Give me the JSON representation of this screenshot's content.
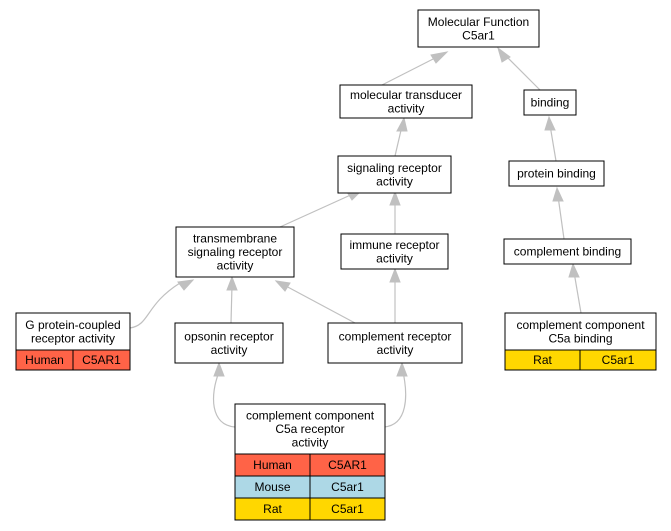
{
  "colors": {
    "human": "#ff6347",
    "mouse": "#add8e6",
    "rat": "#ffd700",
    "edge": "#c0c0c0"
  },
  "nodes": {
    "mf": {
      "lines": [
        "Molecular Function",
        "C5ar1"
      ]
    },
    "mta": {
      "lines": [
        "molecular transducer",
        "activity"
      ]
    },
    "bind": {
      "lines": [
        "binding"
      ]
    },
    "sra": {
      "lines": [
        "signaling receptor",
        "activity"
      ]
    },
    "pb": {
      "lines": [
        "protein binding"
      ]
    },
    "tsra": {
      "lines": [
        "transmembrane",
        "signaling receptor",
        "activity"
      ]
    },
    "ira": {
      "lines": [
        "immune receptor",
        "activity"
      ]
    },
    "cb": {
      "lines": [
        "complement binding"
      ]
    },
    "gpcr": {
      "lines": [
        "G protein-coupled",
        "receptor activity"
      ],
      "rows": [
        {
          "species": "Human",
          "gene": "C5AR1",
          "color": "human"
        }
      ]
    },
    "ora": {
      "lines": [
        "opsonin receptor",
        "activity"
      ]
    },
    "cra": {
      "lines": [
        "complement receptor",
        "activity"
      ]
    },
    "c5ab": {
      "lines": [
        "complement component",
        "C5a binding"
      ],
      "rows": [
        {
          "species": "Rat",
          "gene": "C5ar1",
          "color": "rat"
        }
      ]
    },
    "c5ar": {
      "lines": [
        "complement component",
        "C5a receptor",
        "activity"
      ],
      "rows": [
        {
          "species": "Human",
          "gene": "C5AR1",
          "color": "human"
        },
        {
          "species": "Mouse",
          "gene": "C5ar1",
          "color": "mouse"
        },
        {
          "species": "Rat",
          "gene": "C5ar1",
          "color": "rat"
        }
      ]
    }
  }
}
